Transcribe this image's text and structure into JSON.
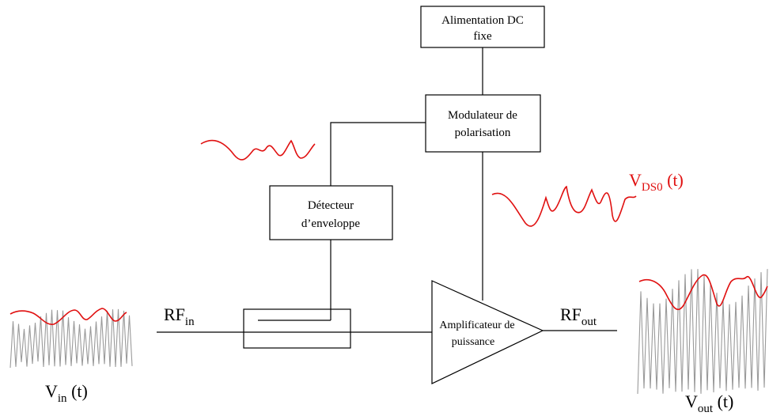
{
  "blocks": {
    "alimentation": {
      "line1": "Alimentation DC",
      "line2": "fixe"
    },
    "modulateur": {
      "line1": "Modulateur de",
      "line2": "polarisation"
    },
    "detecteur": {
      "line1": "Détecteur",
      "line2": "d’enveloppe"
    },
    "amplificateur": {
      "line1": "Amplificateur de",
      "line2": "puissance"
    }
  },
  "ports": {
    "rf_in": {
      "main": "RF",
      "sub": "in"
    },
    "rf_out": {
      "main": "RF",
      "sub": "out"
    }
  },
  "signals": {
    "vin": {
      "main": "V",
      "sub": "in",
      "arg": " (t)"
    },
    "vout": {
      "main": "V",
      "sub": "out",
      "arg": " (t)"
    },
    "vds0": {
      "main": "V",
      "sub": "DS0",
      "arg": " (t)"
    }
  },
  "colors": {
    "envelope": "#e01010",
    "carrier": "#9a9a9a",
    "lines": "#000000"
  }
}
